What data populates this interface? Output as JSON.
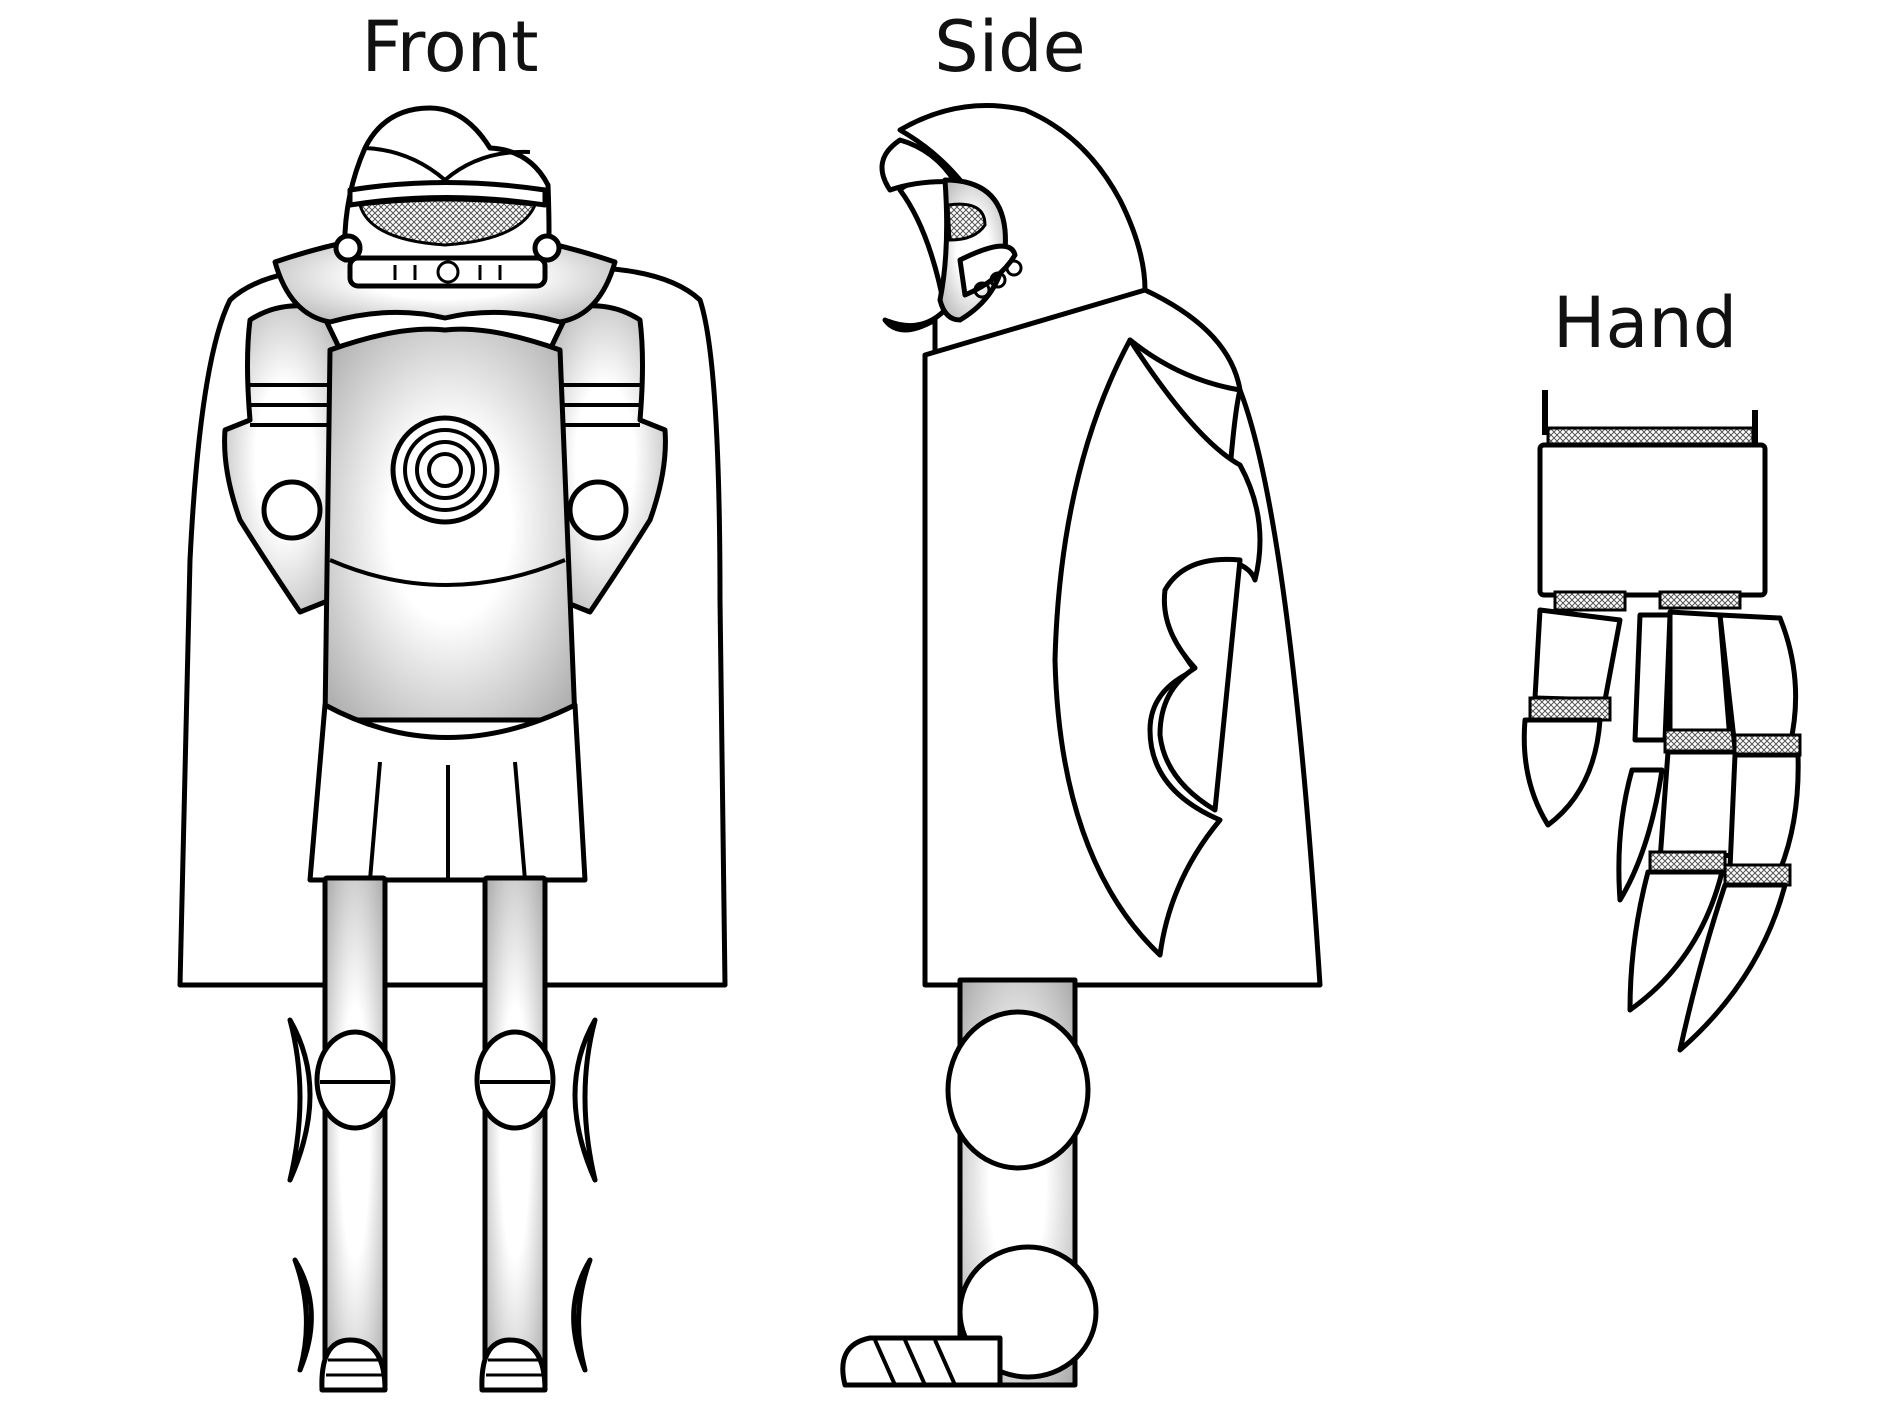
{
  "labels": {
    "front": "Front",
    "side": "Side",
    "hand": "Hand"
  },
  "colors": {
    "line": "#000000",
    "background": "#ffffff",
    "shading": "#9a9a9a"
  }
}
